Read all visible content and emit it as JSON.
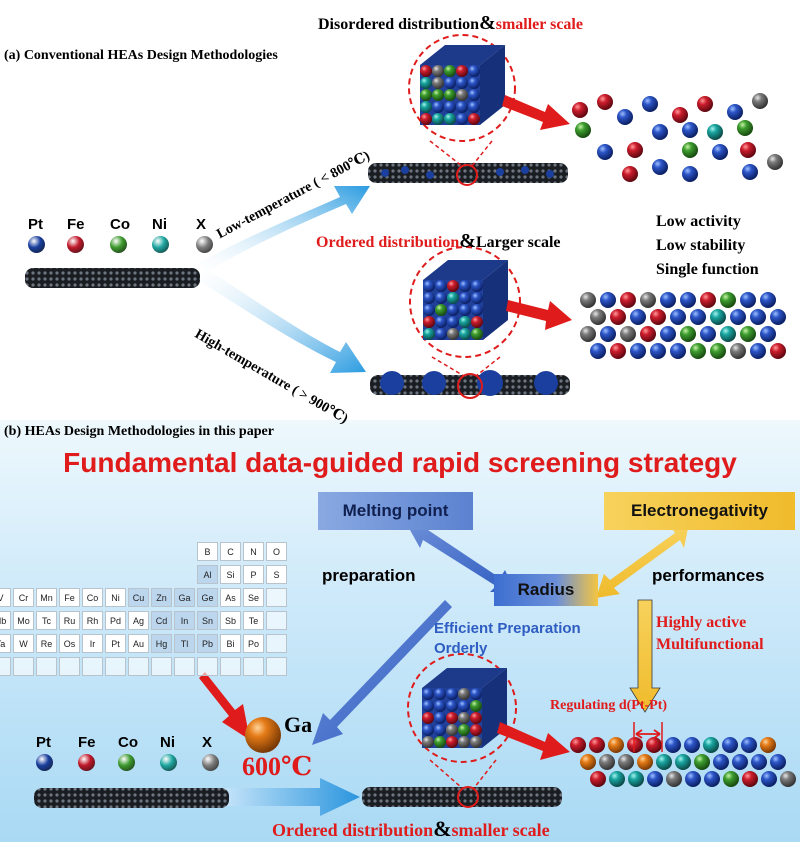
{
  "panel_a": {
    "title": "(a) Conventional HEAs Design Methodologies",
    "top_caption_black": "Disordered distribution",
    "top_caption_amp": "&",
    "top_caption_red": "smaller scale",
    "low_temp_label": "Low-temperature ( < 800℃)",
    "high_temp_label": "High-temperature ( > 900℃)",
    "mid_caption_red": "Ordered distribution",
    "mid_caption_amp": "&",
    "mid_caption_black": "Larger scale",
    "drawbacks": [
      "Low activity",
      "Low stability",
      "Single function"
    ],
    "elements": [
      {
        "symbol": "Pt",
        "color": "#1a3f9e"
      },
      {
        "symbol": "Fe",
        "color": "#c0182a"
      },
      {
        "symbol": "Co",
        "color": "#3d9a2e"
      },
      {
        "symbol": "Ni",
        "color": "#1fa6a0"
      },
      {
        "symbol": "X",
        "color": "#7d7d7d"
      }
    ]
  },
  "panel_b": {
    "title": "(b) HEAs Design Methodologies in this paper",
    "headline": "Fundamental data-guided rapid screening strategy",
    "melting_point": "Melting point",
    "electronegativity": "Electronegativity",
    "radius": "Radius",
    "preparation": "preparation",
    "performances": "performances",
    "efficient_line1": "Efficient Preparation",
    "efficient_line2": "Orderly",
    "highly_active": "Highly active",
    "multifunctional": "Multifunctional",
    "regulating": "Regulating d(Pt-Pt)",
    "ga_label": "Ga",
    "temp_label": "600℃",
    "bottom_caption_red": "Ordered distribution",
    "bottom_caption_amp": "&",
    "bottom_caption_red2": "smaller scale",
    "periodic_table": [
      [
        "",
        "",
        "",
        "",
        "",
        "",
        "",
        "",
        "",
        "B",
        "C",
        "N",
        "O"
      ],
      [
        "",
        "",
        "",
        "",
        "",
        "",
        "",
        "",
        "",
        "Al",
        "Si",
        "P",
        "S"
      ],
      [
        "V",
        "Cr",
        "Mn",
        "Fe",
        "Co",
        "Ni",
        "Cu",
        "Zn",
        "Ga",
        "Ge",
        "As",
        "Se",
        ""
      ],
      [
        "Nb",
        "Mo",
        "Tc",
        "Ru",
        "Rh",
        "Pd",
        "Ag",
        "Cd",
        "In",
        "Sn",
        "Sb",
        "Te",
        ""
      ],
      [
        "Ta",
        "W",
        "Re",
        "Os",
        "Ir",
        "Pt",
        "Au",
        "Hg",
        "Tl",
        "Pb",
        "Bi",
        "Po",
        ""
      ],
      [
        "",
        "",
        "",
        "",
        "",
        "",
        "",
        "",
        "",
        "",
        "",
        "",
        ""
      ]
    ],
    "highlighted": [
      "Al",
      "Cu",
      "Zn",
      "Ga",
      "Ge",
      "Cd",
      "In",
      "Sn",
      "Hg",
      "Tl",
      "Pb"
    ],
    "colors": {
      "accent_red": "#e01b1b",
      "melting_box": "#5c83d0",
      "electro_box": "#f4c542",
      "radius_blue": "#3d6fd1",
      "radius_yellow": "#f4c542"
    }
  }
}
